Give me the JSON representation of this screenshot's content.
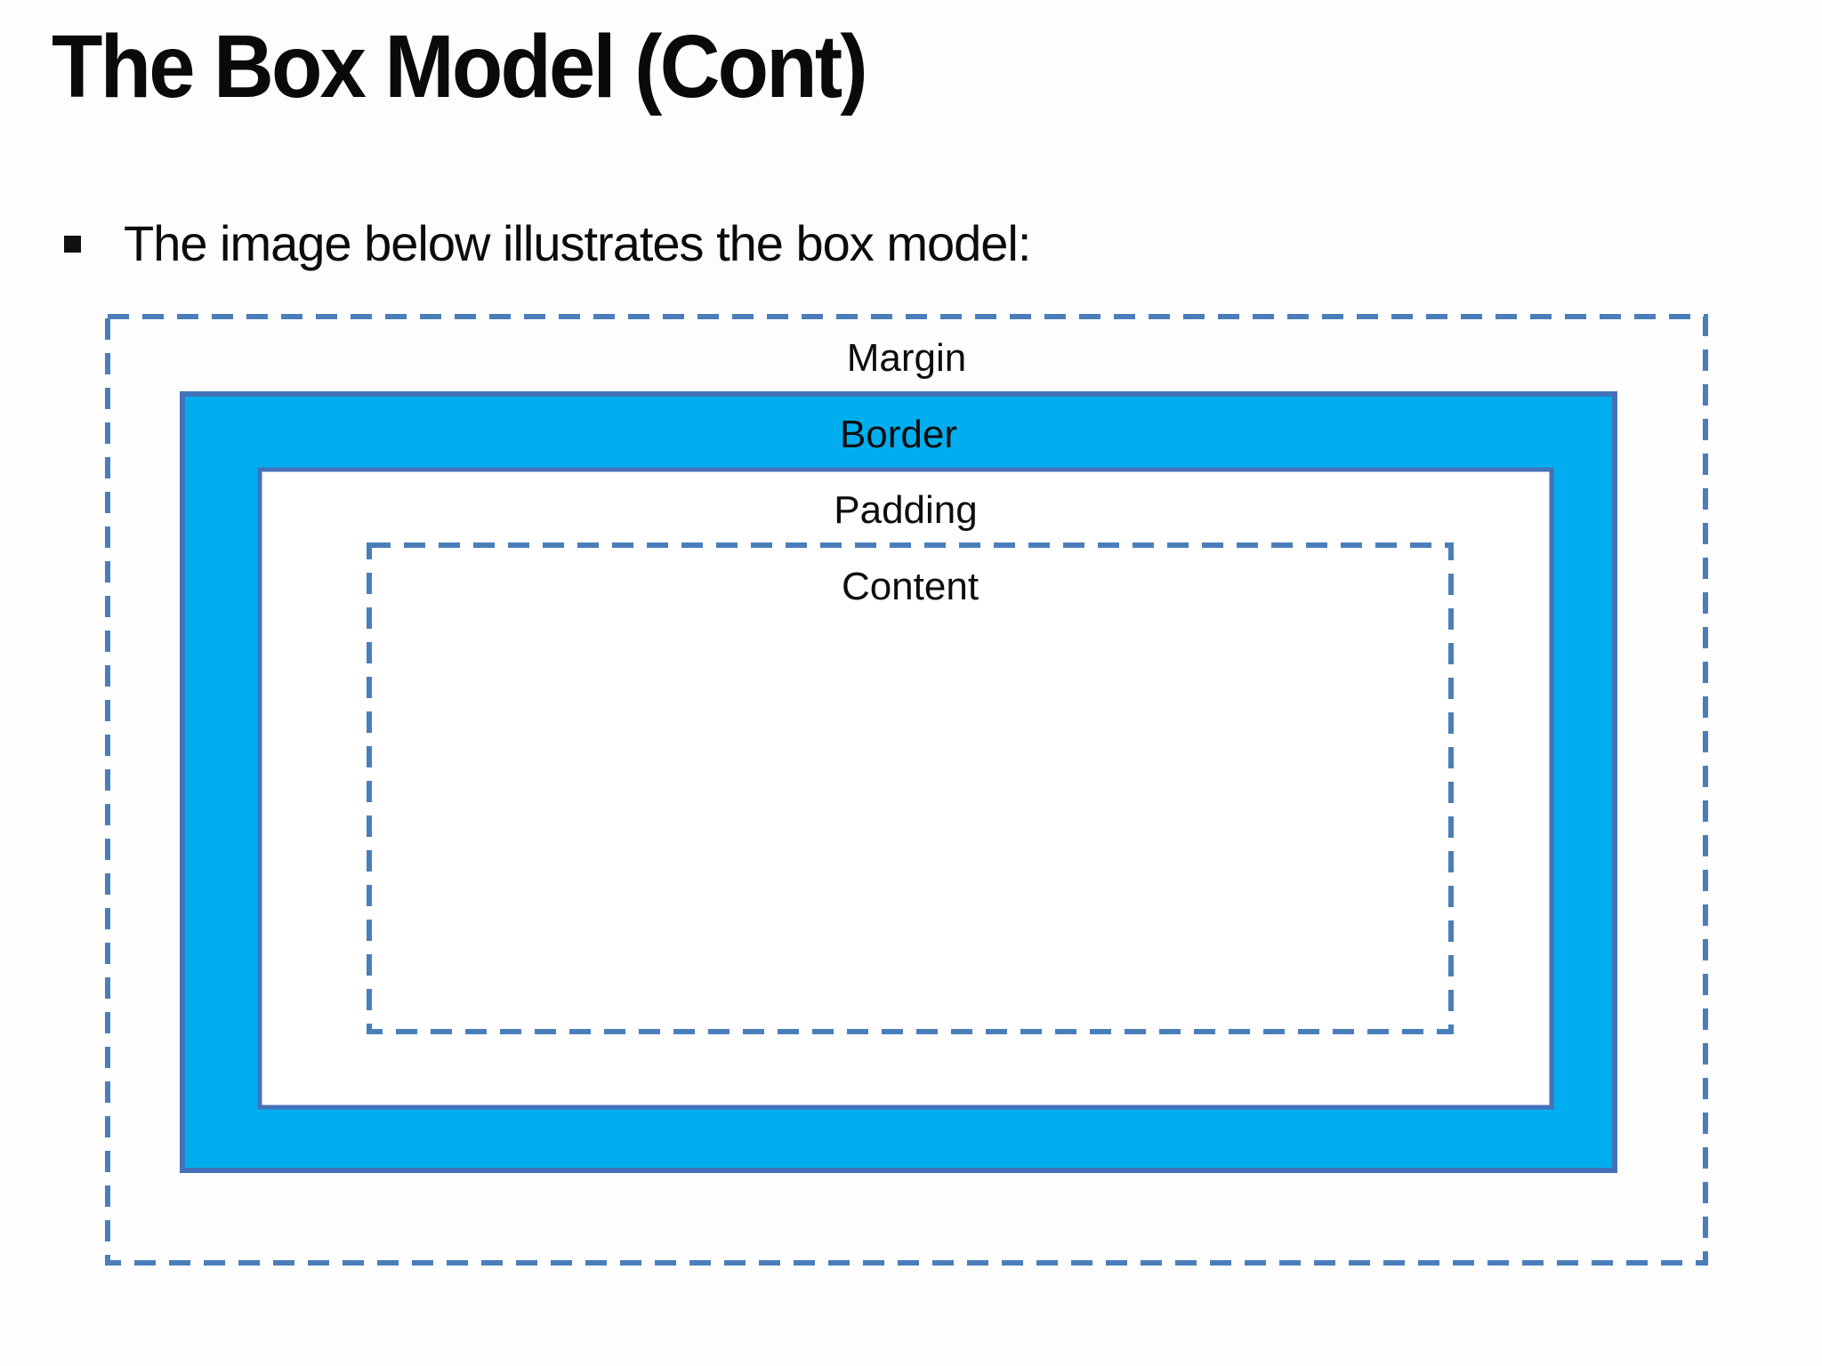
{
  "slide": {
    "title": "The Box Model (Cont)",
    "bullet": "The image below illustrates the box model:"
  },
  "diagram": {
    "labels": {
      "margin": "Margin",
      "border": "Border",
      "padding": "Padding",
      "content": "Content"
    },
    "colors": {
      "border_fill": "#00AEEF",
      "solid_outline": "#4472B8",
      "dash_stroke": "#4A7EBB",
      "label_text": "#0d0d0d",
      "box_fill": "#fefefe"
    }
  }
}
